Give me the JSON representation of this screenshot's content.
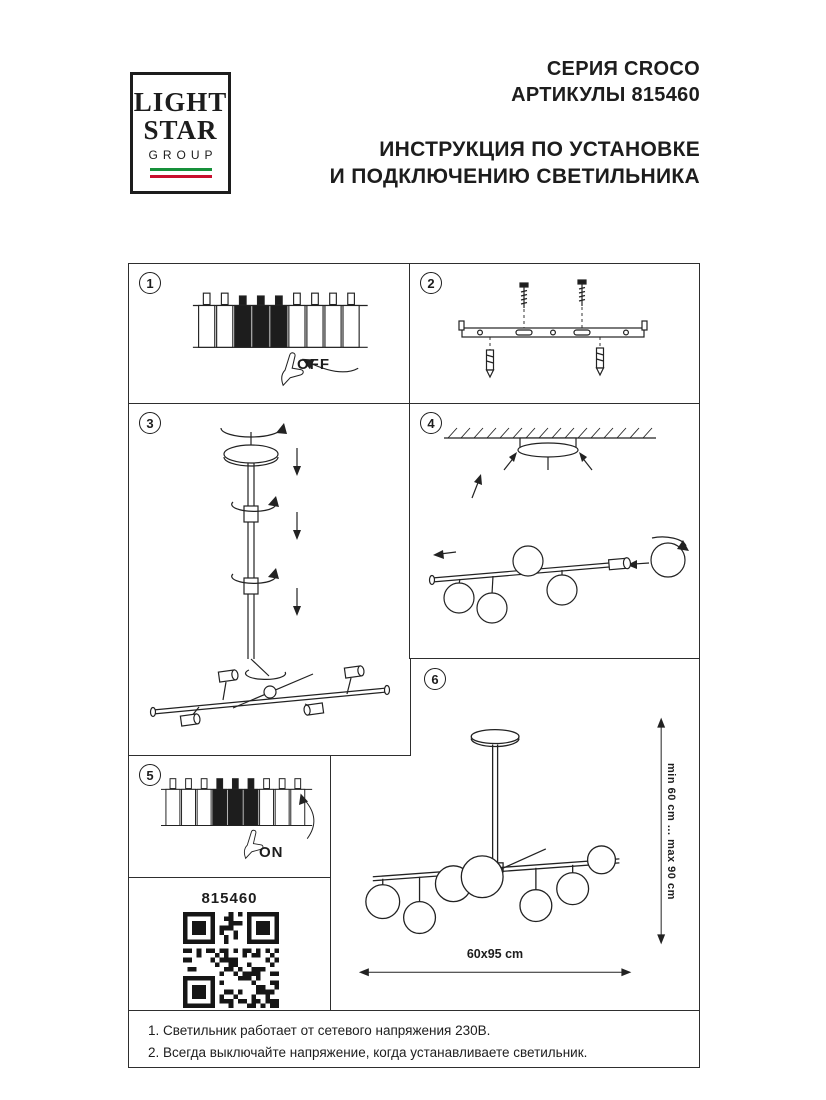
{
  "header": {
    "logo": {
      "word1": "LIGHT",
      "word2": "STAR",
      "word3": "GROUP",
      "flag_colors": [
        "#17903a",
        "#ffffff",
        "#c8102e"
      ]
    },
    "series": "СЕРИЯ CROCO",
    "articles": "АРТИКУЛЫ 815460",
    "title_line1": "ИНСТРУКЦИЯ ПО УСТАНОВКЕ",
    "title_line2": "И ПОДКЛЮЧЕНИЮ СВЕТИЛЬНИКА"
  },
  "steps": [
    {
      "number": "1",
      "label": "OFF"
    },
    {
      "number": "2"
    },
    {
      "number": "3"
    },
    {
      "number": "4"
    },
    {
      "number": "5",
      "label": "ON"
    },
    {
      "number": "6"
    }
  ],
  "dimensions": {
    "vertical": "min 60 cm ... max 90 cm",
    "horizontal": "60x95 cm"
  },
  "product": {
    "article": "815460"
  },
  "footer": {
    "note1": "1. Светильник работает от сетевого напряжения 230В.",
    "note2": "2. Всегда выключайте напряжение, когда устанавливаете светильник."
  },
  "colors": {
    "ink": "#1d1d1d"
  }
}
